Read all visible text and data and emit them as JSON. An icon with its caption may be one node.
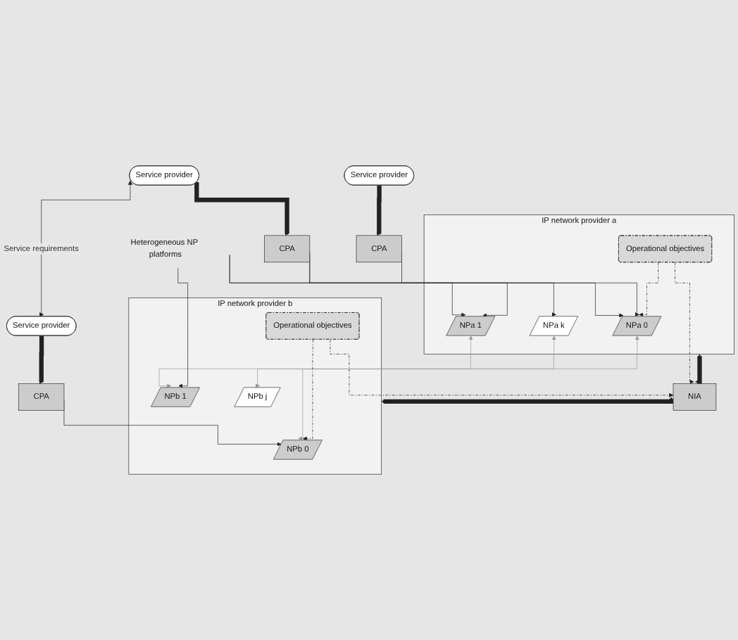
{
  "diagram": {
    "nodes": [
      {
        "text": [
          "Service provider"
        ]
      },
      {
        "text": [
          "Service provider"
        ]
      },
      {
        "text": [
          "Service provider"
        ]
      },
      {
        "text": [
          "CPA"
        ]
      },
      {
        "text": [
          "CPA"
        ]
      },
      {
        "text": [
          "CPA"
        ]
      },
      {
        "text": [
          "IP network provider a"
        ]
      },
      {
        "text": [
          "NPa 0"
        ],
        "in": 6
      },
      {
        "text": [
          "NPa 1"
        ],
        "in": 6
      },
      {
        "text": [
          "NPa k"
        ],
        "in": 6
      },
      {
        "text": [
          "Operational objectives"
        ],
        "in": 6
      },
      {
        "text": [
          "IP network provider b"
        ]
      },
      {
        "text": [
          "NPb 0"
        ],
        "in": 11
      },
      {
        "text": [
          "NPb 1"
        ],
        "in": 11
      },
      {
        "text": [
          "NPb j"
        ],
        "in": 11
      },
      {
        "text": [
          "Operational objectives"
        ],
        "in": 11
      },
      {
        "text": [
          "NIA"
        ]
      },
      {
        "text": [
          "Heterogeneous NP platforms"
        ]
      }
    ],
    "edges": [
      {
        "from": 0,
        "to": 3,
        "arrow": "to",
        "style": "thick"
      },
      {
        "from": 1,
        "to": 4,
        "arrow": "to",
        "style": "thick"
      },
      {
        "from": 2,
        "to": 5,
        "arrow": "to",
        "style": "thick"
      },
      {
        "from": 1,
        "to": 2,
        "arrow": "both",
        "label": "Service requirements"
      },
      {
        "from": 3,
        "to": 7,
        "arrow": "to"
      },
      {
        "from": 4,
        "to": 7,
        "arrow": "to"
      },
      {
        "from": 4,
        "to": 8,
        "arrow": "to"
      },
      {
        "from": 5,
        "to": 12,
        "arrow": "to"
      },
      {
        "from": 7,
        "to": 12,
        "arrow": "both",
        "color": "#999999"
      },
      {
        "from": 8,
        "to": 13,
        "arrow": "both",
        "color": "#999999"
      },
      {
        "from": 9,
        "to": 14,
        "arrow": "both",
        "color": "#999999"
      },
      {
        "from": 17,
        "to": 8,
        "arrow": "to"
      },
      {
        "from": 17,
        "to": 9,
        "arrow": "to"
      },
      {
        "from": 17,
        "to": 13,
        "arrow": "to"
      },
      {
        "from": 10,
        "to": 7,
        "arrow": "to",
        "style": "dashed"
      },
      {
        "from": 15,
        "to": 12,
        "arrow": "to",
        "style": "dashed"
      },
      {
        "from": 10,
        "to": 16,
        "arrow": "to",
        "style": "dashed"
      },
      {
        "from": 15,
        "to": 16,
        "arrow": "to",
        "style": "dashed"
      },
      {
        "from": 6,
        "to": 16,
        "arrow": "both",
        "style": "thick"
      },
      {
        "from": 16,
        "to": 11,
        "arrow": "both",
        "style": "thick"
      }
    ]
  }
}
